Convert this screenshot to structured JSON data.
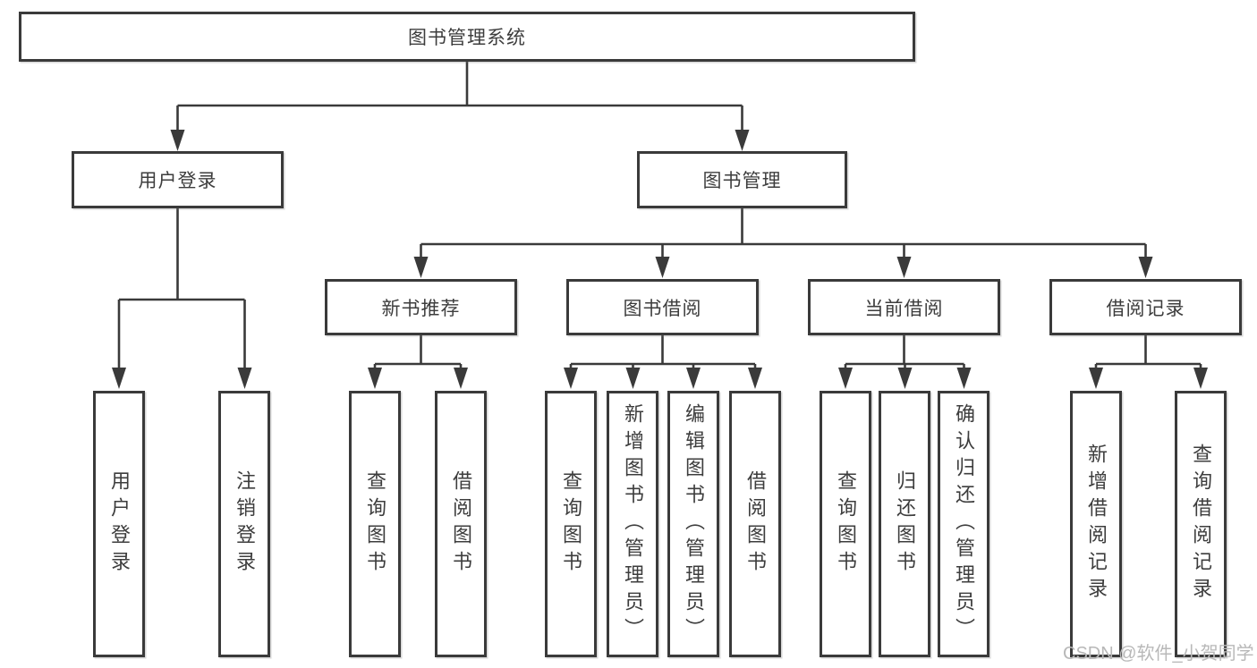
{
  "diagram": {
    "root": "图书管理系统",
    "branches": [
      {
        "label": "用户登录",
        "children": [
          "用户登录",
          "注销登录"
        ]
      },
      {
        "label": "图书管理",
        "sections": [
          {
            "label": "新书推荐",
            "children": [
              "查询图书",
              "借阅图书"
            ]
          },
          {
            "label": "图书借阅",
            "children": [
              "查询图书",
              "新增图书（管理员）",
              "编辑图书（管理员）",
              "借阅图书"
            ]
          },
          {
            "label": "当前借阅",
            "children": [
              "查询图书",
              "归还图书",
              "确认归还（管理员）"
            ]
          },
          {
            "label": "借阅记录",
            "children": [
              "新增借阅记录",
              "查询借阅记录"
            ]
          }
        ]
      }
    ]
  },
  "watermark": "CSDN @软件_小贺同学",
  "colors": {
    "line": "#3a3a3a",
    "text": "#3d3d3d",
    "watermark": "#b8b8b8",
    "background": "#ffffff"
  }
}
